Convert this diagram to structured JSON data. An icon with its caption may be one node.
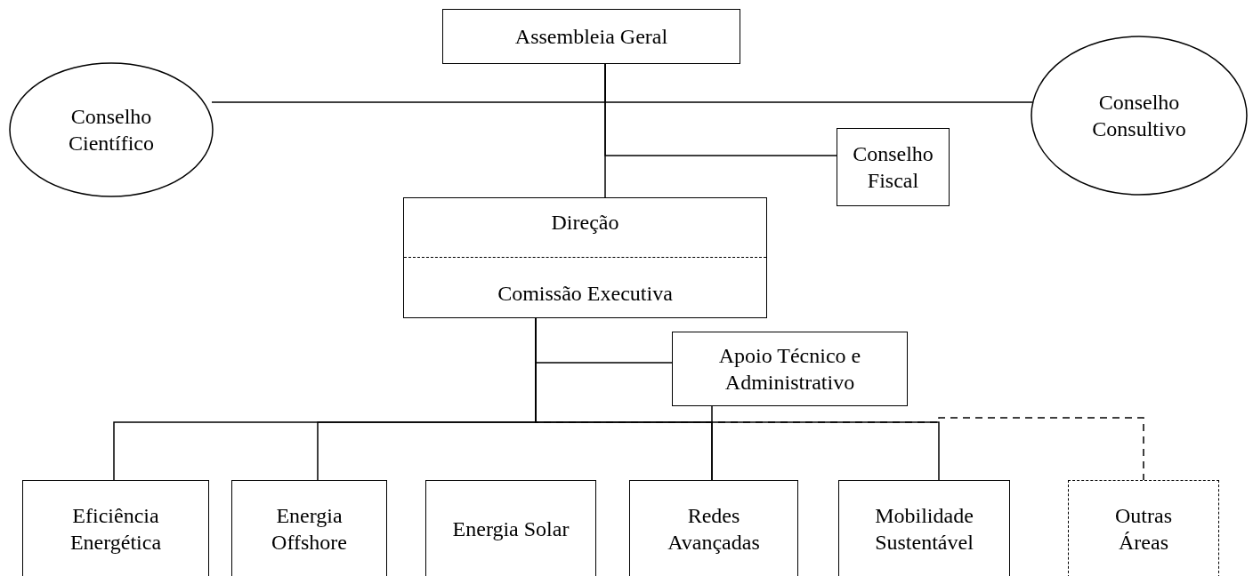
{
  "diagram": {
    "nodes": [
      {
        "text": [
          "Assembleia Geral"
        ]
      },
      {
        "text": [
          "Conselho Científico"
        ]
      },
      {
        "text": [
          "Conselho Consultivo"
        ]
      },
      {
        "text": [
          "Conselho Fiscal"
        ]
      },
      {
        "text": [
          "Direção",
          "Comissão Executiva"
        ]
      },
      {
        "text": [
          "Apoio Técnico e Administrativo"
        ]
      },
      {
        "text": [
          "Eficiência Energética"
        ]
      },
      {
        "text": [
          "Energia Offshore"
        ]
      },
      {
        "text": [
          "Energia Solar"
        ]
      },
      {
        "text": [
          "Redes Avançadas"
        ]
      },
      {
        "text": [
          "Mobilidade Sustentável"
        ]
      },
      {
        "text": [
          "Outras Áreas"
        ]
      }
    ],
    "edges": [
      {
        "from": 0,
        "to": 1,
        "arrow": "none"
      },
      {
        "from": 0,
        "to": 2,
        "arrow": "none"
      },
      {
        "from": 0,
        "to": 3,
        "arrow": "none"
      },
      {
        "from": 0,
        "to": 4,
        "arrow": "none"
      },
      {
        "from": 4,
        "to": 5,
        "arrow": "none"
      },
      {
        "from": 4,
        "to": 6,
        "arrow": "none"
      },
      {
        "from": 4,
        "to": 7,
        "arrow": "none"
      },
      {
        "from": 4,
        "to": 9,
        "arrow": "none"
      },
      {
        "from": 4,
        "to": 10,
        "arrow": "none"
      },
      {
        "from": 5,
        "to": 9,
        "arrow": "none"
      },
      {
        "from": 4,
        "to": 11,
        "arrow": "none",
        "style": "dashed"
      }
    ]
  }
}
